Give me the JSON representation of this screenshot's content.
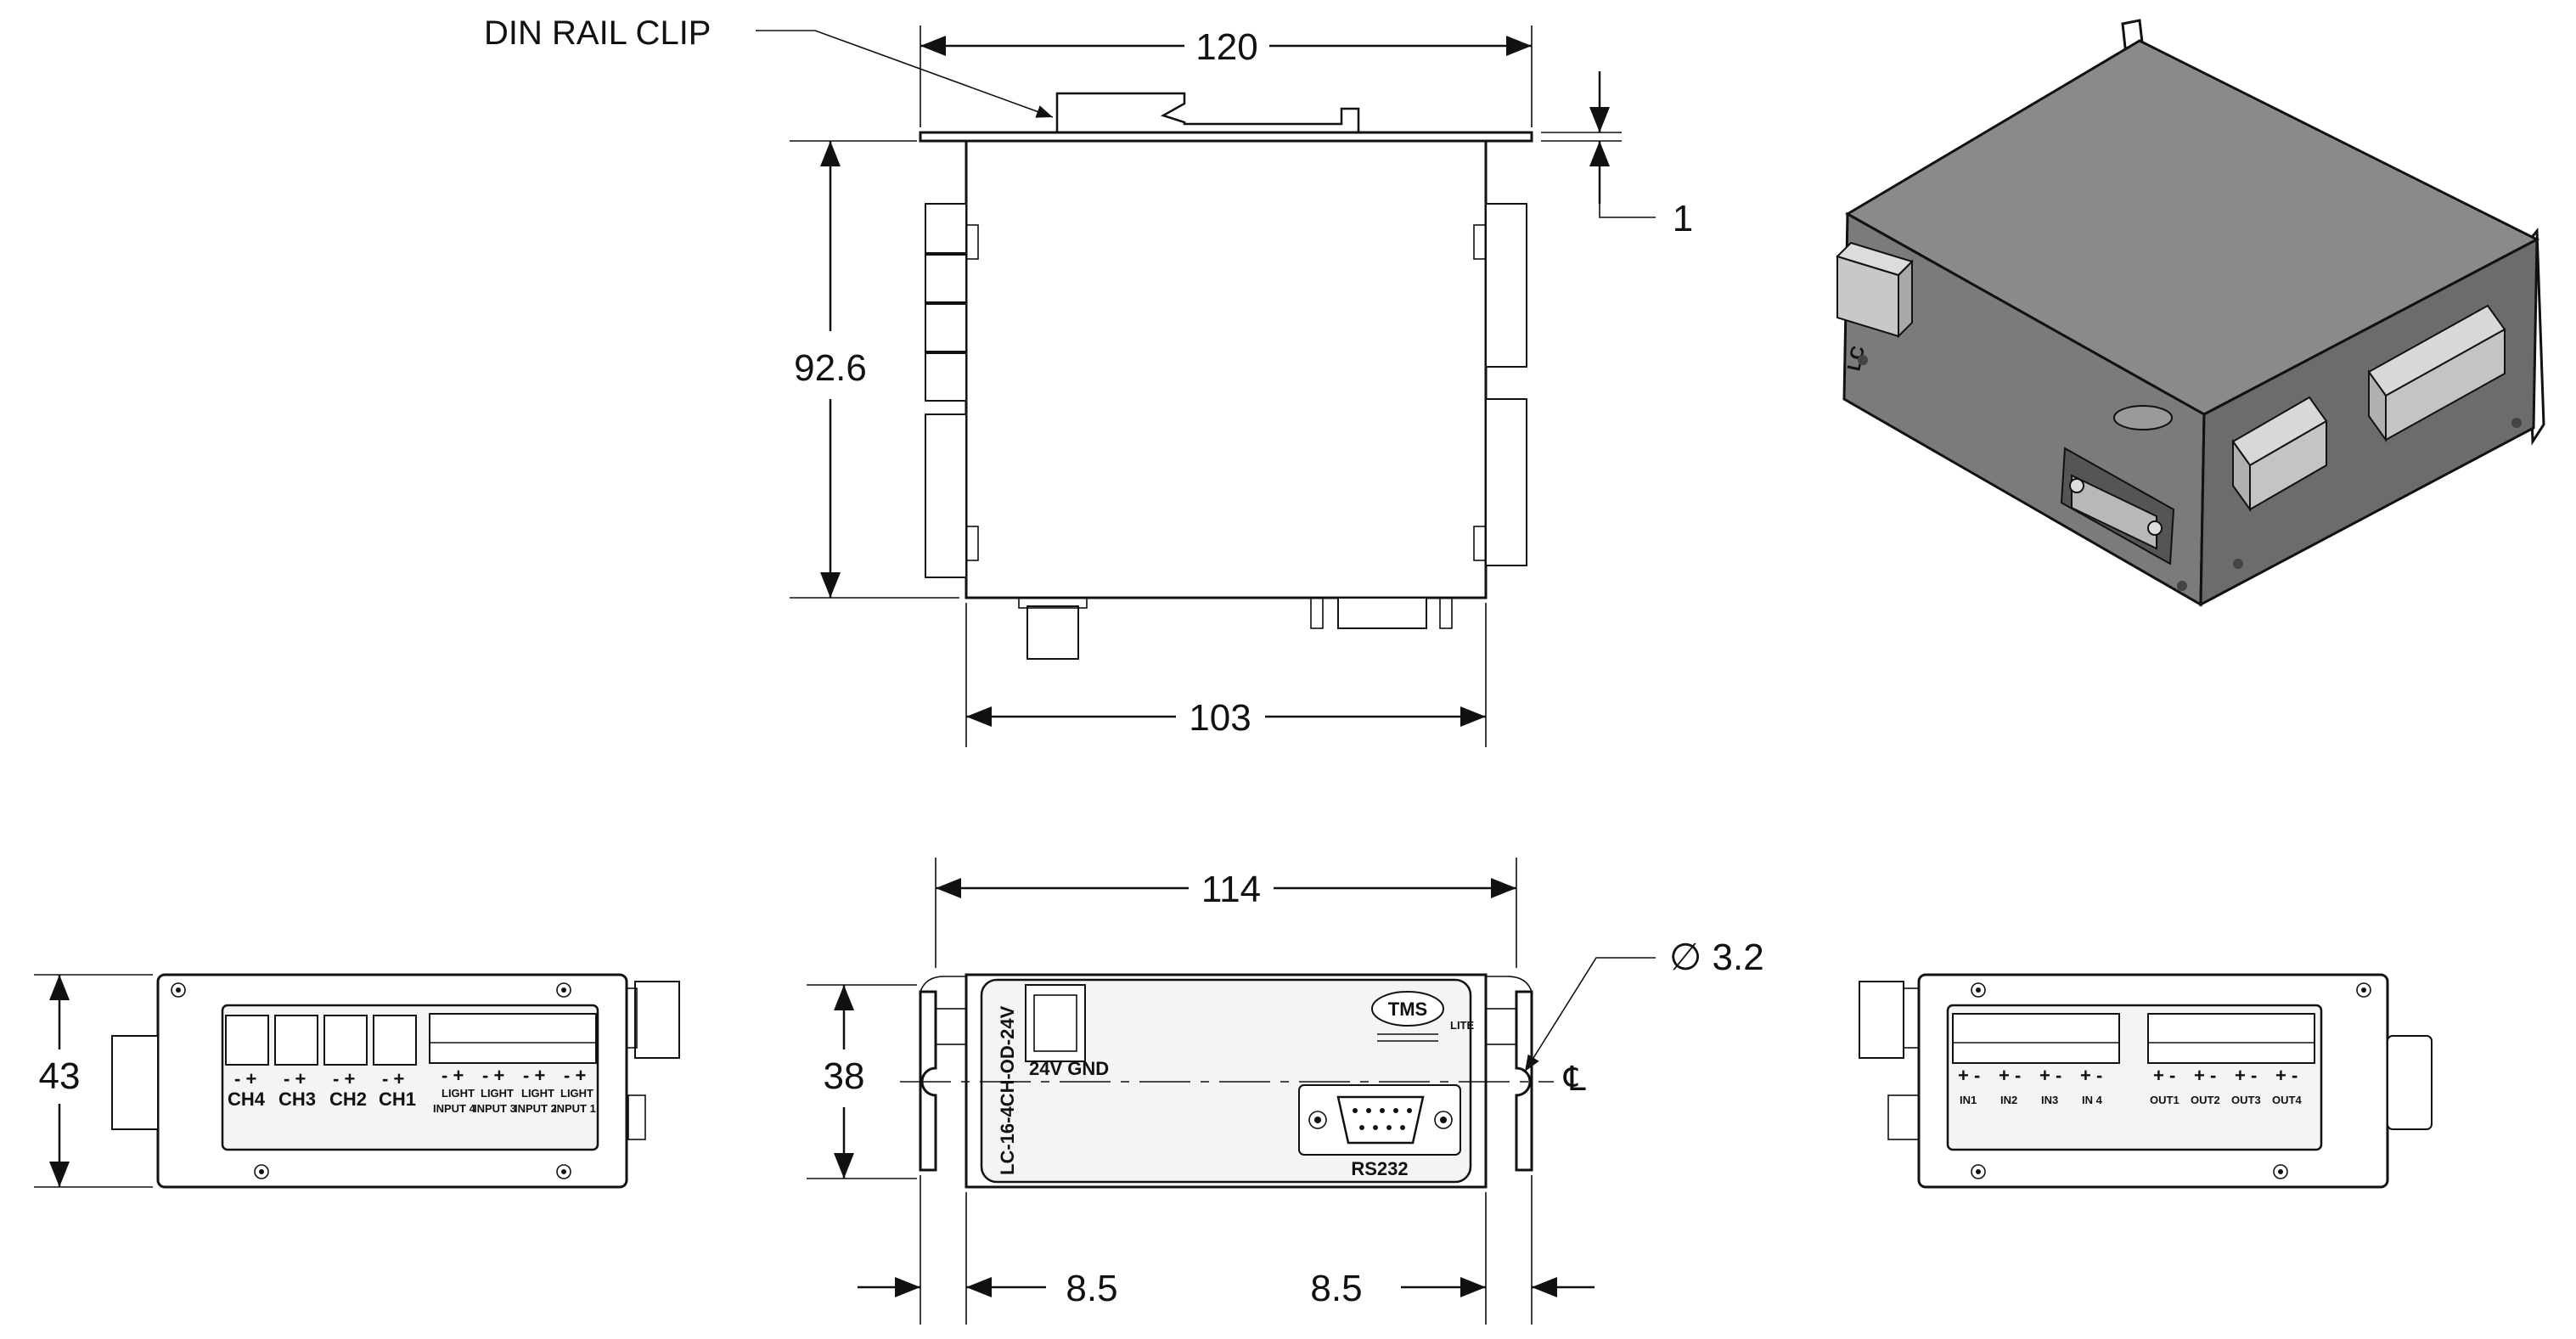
{
  "labels": {
    "din_rail_clip": "DIN RAIL CLIP",
    "centerline": "℄"
  },
  "dimensions": {
    "top_width": "120",
    "top_height": "92.6",
    "top_base": "103",
    "clip_thickness": "1",
    "front_width": "114",
    "front_height": "38",
    "left_height": "43",
    "hole_dia": "∅ 3.2",
    "left_margin": "8.5",
    "right_margin": "8.5"
  },
  "left_view": {
    "channels": [
      "CH4",
      "CH3",
      "CH2",
      "CH1"
    ],
    "polarity": "- +",
    "inputs_top": [
      "LIGHT",
      "LIGHT",
      "LIGHT",
      "LIGHT"
    ],
    "inputs_bottom": [
      "INPUT 4",
      "INPUT 3",
      "INPUT 2",
      "INPUT 1"
    ]
  },
  "front_view": {
    "model": "LC-16-4CH-OD-24V",
    "power_label": "24V GND",
    "brand": "TMS",
    "brand_sub": "LITE",
    "serial_connector": "RS232"
  },
  "right_view": {
    "polarity": "+ -",
    "inputs": [
      "IN1",
      "IN2",
      "IN3",
      "IN 4"
    ],
    "outputs": [
      "OUT1",
      "OUT2",
      "OUT3",
      "OUT4"
    ]
  },
  "iso_view": {
    "side_text": "LC"
  }
}
